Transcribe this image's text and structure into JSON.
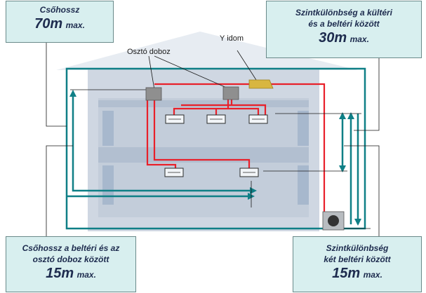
{
  "labels": {
    "y_idom": "Y idom",
    "oszto_doboz": "Osztó doboz"
  },
  "callouts": {
    "pipe_length": {
      "title": "Csőhossz",
      "value": "70m",
      "unit": "max."
    },
    "outdoor_indoor_height": {
      "line1": "Szintkülönbség a kültéri",
      "line2": "és a beltéri között",
      "value": "30m",
      "unit": "max."
    },
    "indoor_branch_length": {
      "line1": "Csőhossz a beltéri és az",
      "line2": "osztó doboz között",
      "value": "15m",
      "unit": "max."
    },
    "indoor_indoor_height": {
      "line1": "Szintkülönbség",
      "line2": "két beltéri között",
      "value": "15m",
      "unit": "max."
    }
  },
  "colors": {
    "refrigerant_pipe": "#e8202a",
    "measure_line": "#0f7f86",
    "building": "#cfd7e2",
    "callout_bg": "#d8efef",
    "branch_box": "#8f8f8f",
    "y_joint": "#d8b640"
  }
}
